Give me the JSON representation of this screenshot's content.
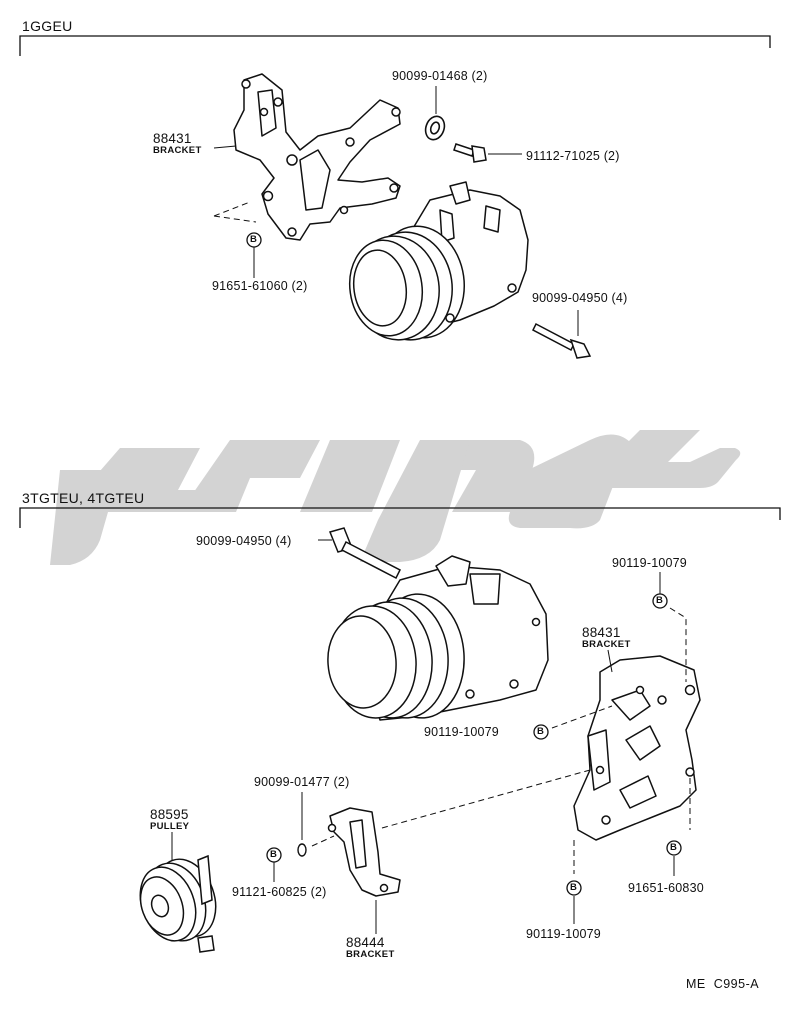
{
  "sections": [
    {
      "title": "1GGEU",
      "labels": {
        "bracket_pn": "88431",
        "bracket_name": "BRACKET",
        "washer": "90099-01468 (2)",
        "bolt_a": "91112-71025 (2)",
        "bolt_b": "91651-61060 (2)",
        "bolt_long": "90099-04950 (4)"
      }
    },
    {
      "title": "3TGTEU, 4TGTEU",
      "labels": {
        "bolt_long": "90099-04950 (4)",
        "b_top": "90119-10079",
        "bracket_pn": "88431",
        "bracket_name": "BRACKET",
        "b_mid": "90119-10079",
        "washer": "90099-01477 (2)",
        "pulley_pn": "88595",
        "pulley_name": "PULLEY",
        "bolt_small": "91121-60825 (2)",
        "bolt_right": "91651-60830",
        "b_bottom": "90119-10079",
        "bracket2_pn": "88444",
        "bracket2_name": "BRACKET"
      }
    }
  ],
  "callout_marker": "B",
  "watermark_text": "کوپار",
  "diagram_code": "ME  C995-A"
}
